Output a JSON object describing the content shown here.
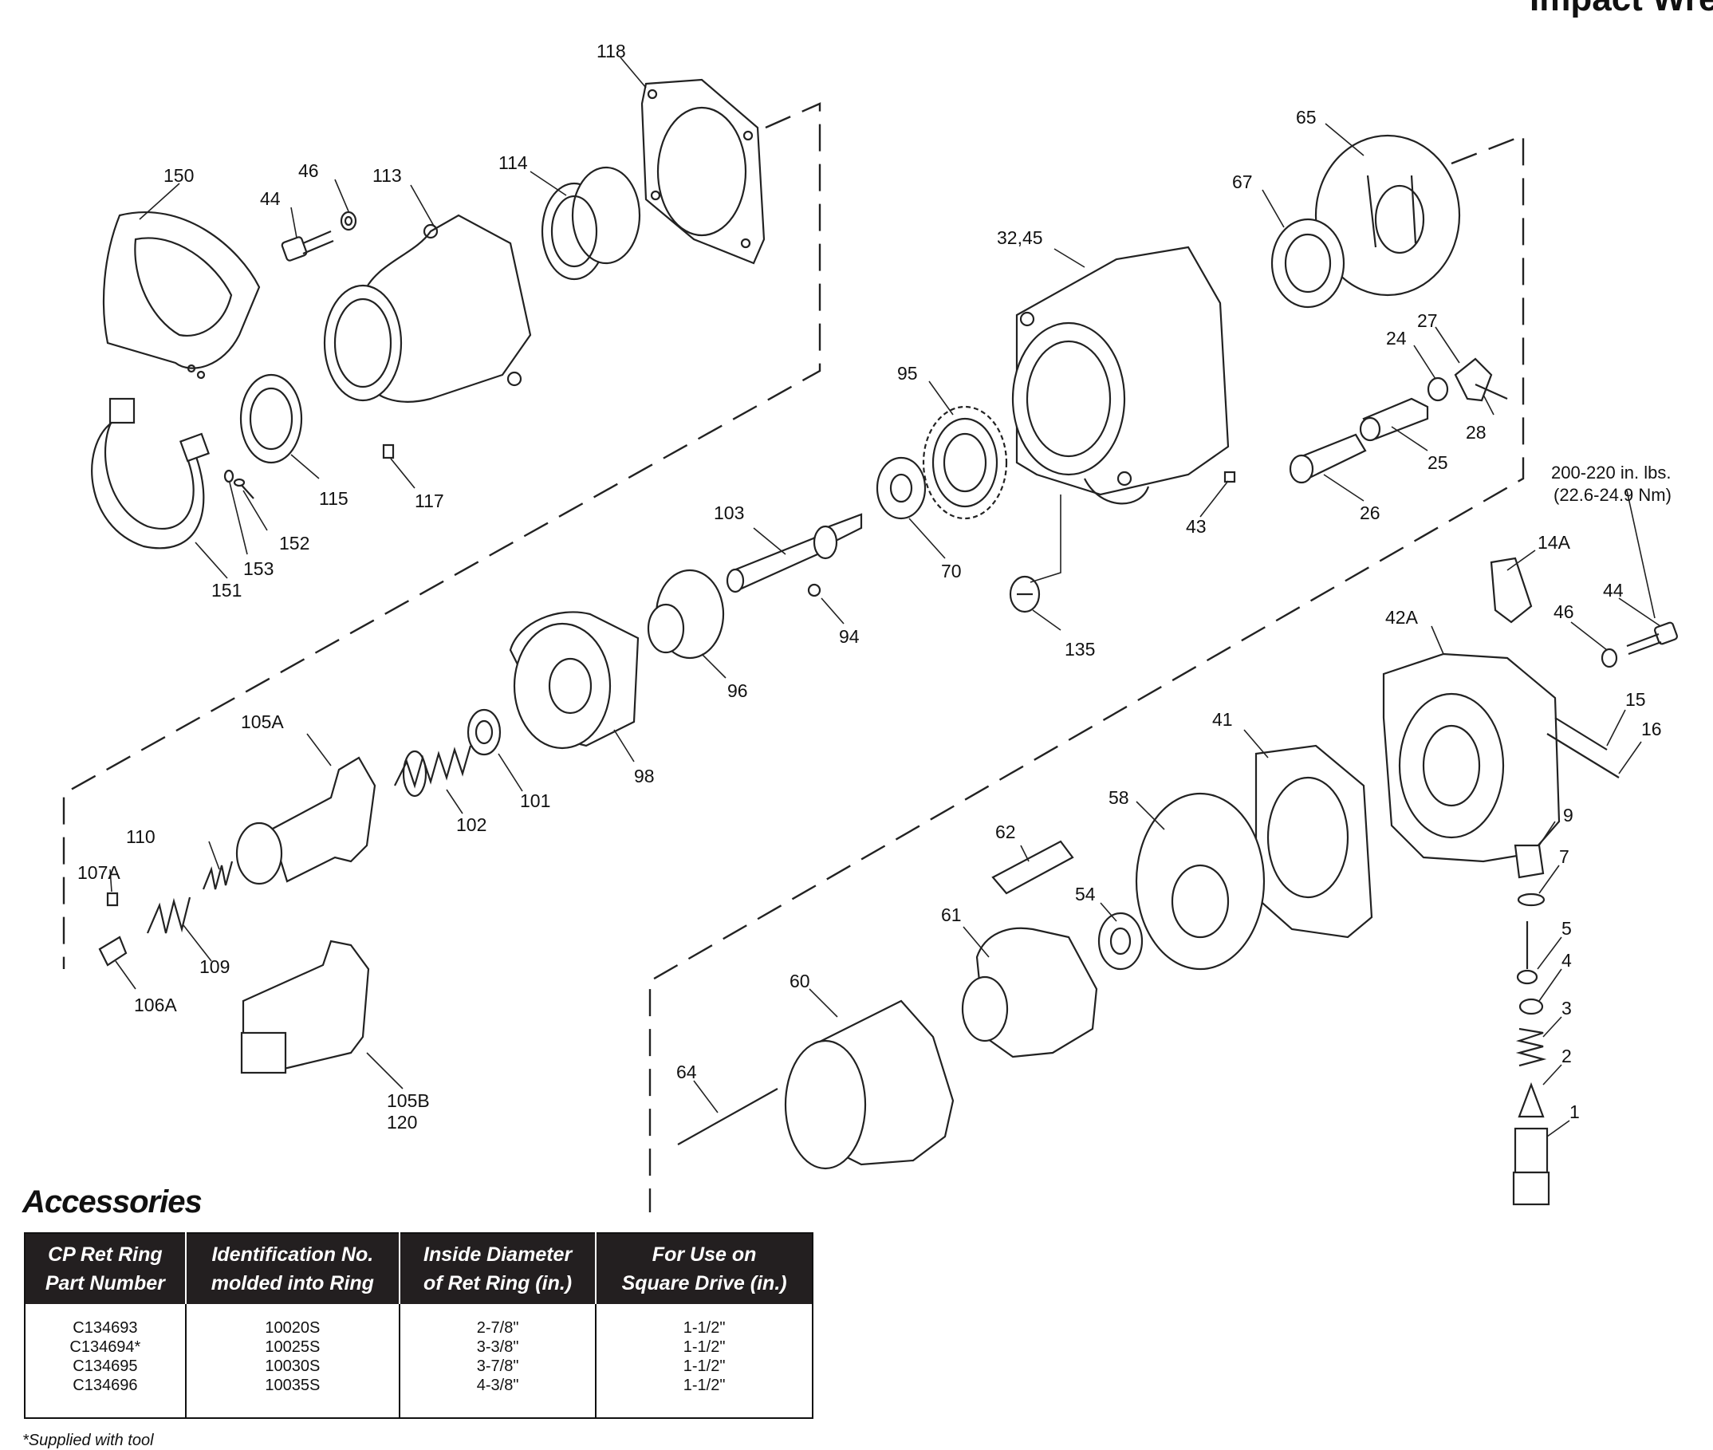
{
  "header": {
    "title": "Impact Wre"
  },
  "diagram": {
    "callouts": {
      "c118": "118",
      "c150": "150",
      "c46a": "46",
      "c113": "113",
      "c114": "114",
      "c44a": "44",
      "c115": "115",
      "c117": "117",
      "c151": "151",
      "c152": "152",
      "c153": "153",
      "c65": "65",
      "c67": "67",
      "c3245": "32,45",
      "c27": "27",
      "c24": "24",
      "c28": "28",
      "c95": "95",
      "c25": "25",
      "c26": "26",
      "c43": "43",
      "c70": "70",
      "c103": "103",
      "c94": "94",
      "c135": "135",
      "c96": "96",
      "c98": "98",
      "c101": "101",
      "c102": "102",
      "c105a": "105A",
      "c110": "110",
      "c107a": "107A",
      "c109": "109",
      "c106a": "106A",
      "c105b": "105B",
      "c120": "120",
      "c14a": "14A",
      "c44b": "44",
      "c46b": "46",
      "c42a": "42A",
      "c15": "15",
      "c16": "16",
      "c41": "41",
      "c58": "58",
      "c62": "62",
      "c9": "9",
      "c7": "7",
      "c61": "61",
      "c54": "54",
      "c5": "5",
      "c4": "4",
      "c60": "60",
      "c3": "3",
      "c2": "2",
      "c64": "64",
      "c1": "1"
    },
    "torque_note": {
      "line1": "200-220 in. lbs.",
      "line2": "(22.6-24.9 Nm)"
    }
  },
  "accessories": {
    "title": "Accessories",
    "columns": [
      {
        "line1": "CP Ret Ring",
        "line2": "Part Number"
      },
      {
        "line1": "Identification No.",
        "line2": "molded into Ring"
      },
      {
        "line1": "Inside Diameter",
        "line2": "of Ret Ring (in.)"
      },
      {
        "line1": "For Use on",
        "line2": "Square Drive (in.)"
      }
    ],
    "rows": [
      [
        "C134693",
        "10020S",
        "2-7/8\"",
        "1-1/2\""
      ],
      [
        "C134694*",
        "10025S",
        "3-3/8\"",
        "1-1/2\""
      ],
      [
        "C134695",
        "10030S",
        "3-7/8\"",
        "1-1/2\""
      ],
      [
        "C134696",
        "10035S",
        "4-3/8\"",
        "1-1/2\""
      ]
    ],
    "footnote": "*Supplied with tool"
  }
}
